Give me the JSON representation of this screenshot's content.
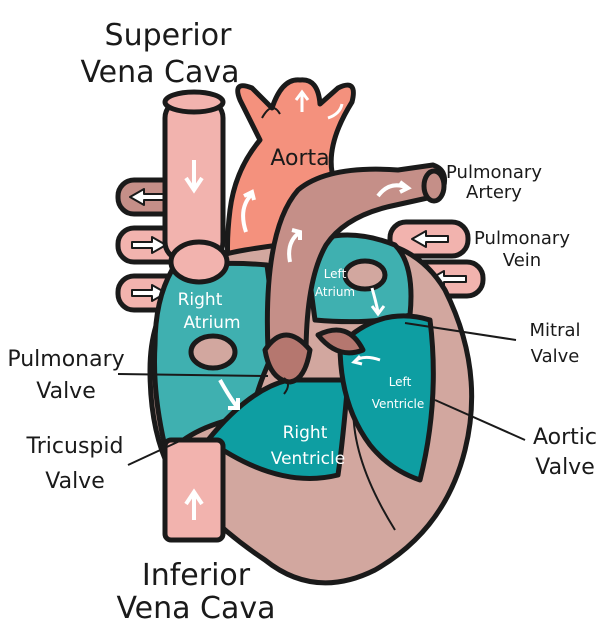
{
  "labels": {
    "superior_vena_cava": [
      "Superior",
      "Vena Cava"
    ],
    "aorta": "Aorta",
    "pulmonary_artery": [
      "Pulmonary",
      "Artery"
    ],
    "pulmonary_vein": [
      "Pulmonary",
      "Vein"
    ],
    "left_atrium": [
      "Left",
      "Atrium"
    ],
    "right_atrium": [
      "Right",
      "Atrium"
    ],
    "mitral_valve": [
      "Mitral",
      "Valve"
    ],
    "pulmonary_valve": [
      "Pulmonary",
      "Valve"
    ],
    "left_ventricle": [
      "Left",
      "Ventricle"
    ],
    "right_ventricle": [
      "Right",
      "Ventricle"
    ],
    "aortic_valve": [
      "Aortic",
      "Valve"
    ],
    "tricuspid_valve": [
      "Tricuspid",
      "Valve"
    ],
    "inferior_vena_cava": [
      "Inferior",
      "Vena Cava"
    ]
  },
  "colors": {
    "vessel_pink": "#f2b3ae",
    "aorta_salmon": "#f4917d",
    "muscle_mauve": "#d2a79f",
    "pulmonary_brown": "#c58f88",
    "chamber_teal": "#3fb0b0",
    "chamber_teal_dark": "#0e9ea2",
    "valve_brown": "#b5776f",
    "outline": "#1a1a1a"
  }
}
